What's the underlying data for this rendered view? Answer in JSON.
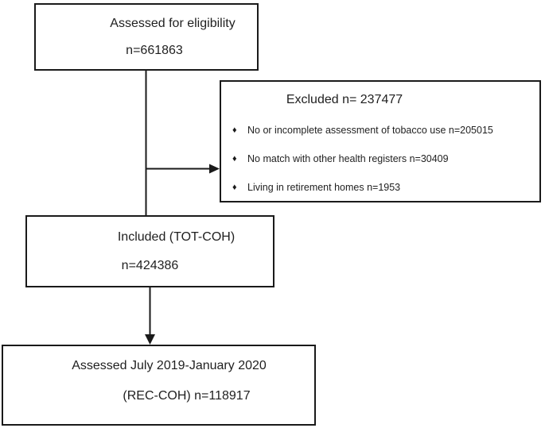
{
  "diagram": {
    "boxes": {
      "eligibility": {
        "line1": "Assessed for eligibility",
        "line2": "n=661863"
      },
      "excluded": {
        "title": "Excluded n= 237477",
        "bullet_char": "♦",
        "items": [
          "No or incomplete assessment of tobacco use n=205015",
          "No match with other health registers n=30409",
          "Living in retirement homes n=1953"
        ]
      },
      "included": {
        "line1": "Included (TOT-COH)",
        "line2": "n=424386"
      },
      "recent": {
        "line1": "Assessed July 2019-January 2020",
        "line2": "(REC-COH) n=118917"
      }
    },
    "colors": {
      "line": "#1a1a1a",
      "text": "#1f1f1f",
      "background": "#ffffff"
    }
  }
}
